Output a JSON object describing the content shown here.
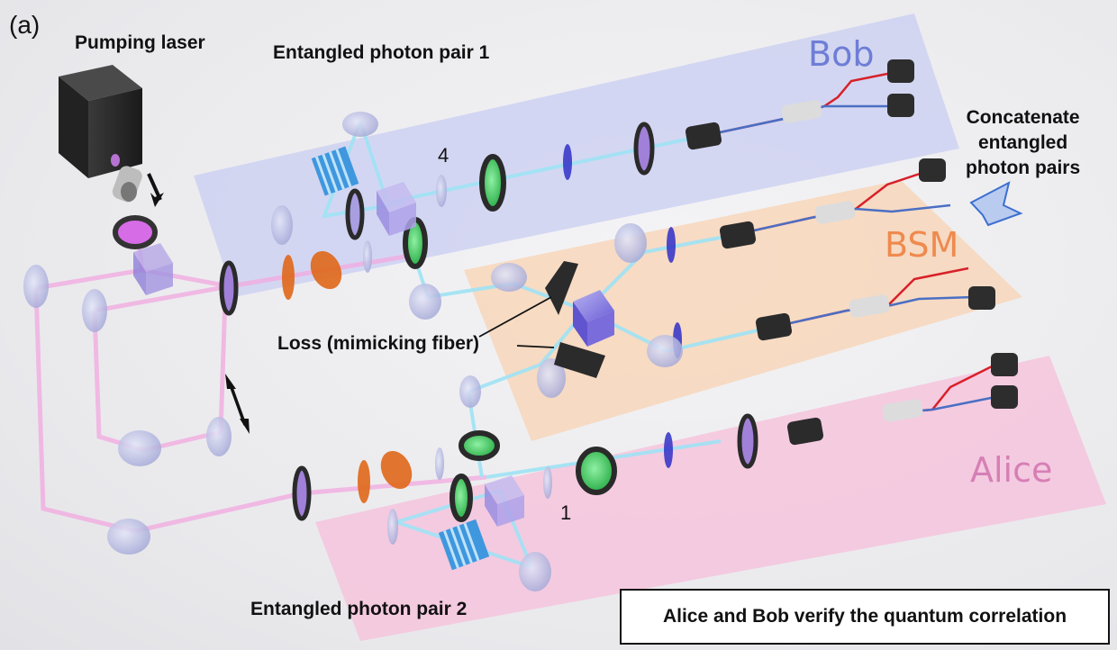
{
  "panel_label": "(a)",
  "labels": {
    "pumping_laser": "Pumping laser",
    "pair1": "Entangled photon pair 1",
    "pair2": "Entangled photon pair 2",
    "concatenate_line1": "Concatenate",
    "concatenate_line2": "entangled",
    "concatenate_line3": "photon pairs",
    "loss": "Loss (mimicking fiber)",
    "num4": "4",
    "num1": "1",
    "verify": "Alice and Bob verify the quantum correlation"
  },
  "panels": {
    "bob": "Bob",
    "bsm": "BSM",
    "alice": "Alice"
  },
  "colors": {
    "bob_panel": "#c9cdf2",
    "bsm_panel": "#f8d3b3",
    "alice_panel": "#f6c2dc",
    "pump_beam": "#f2a9e0",
    "photon_beam": "#9fe3f5",
    "fiber_red": "#d8202a",
    "fiber_blue": "#4a6fc4",
    "waveplate_green": "#3fcf5f",
    "waveplate_orange": "#e0681a",
    "crystal_blue": "#3f97de",
    "arrow_outline": "#3c6fd0"
  }
}
